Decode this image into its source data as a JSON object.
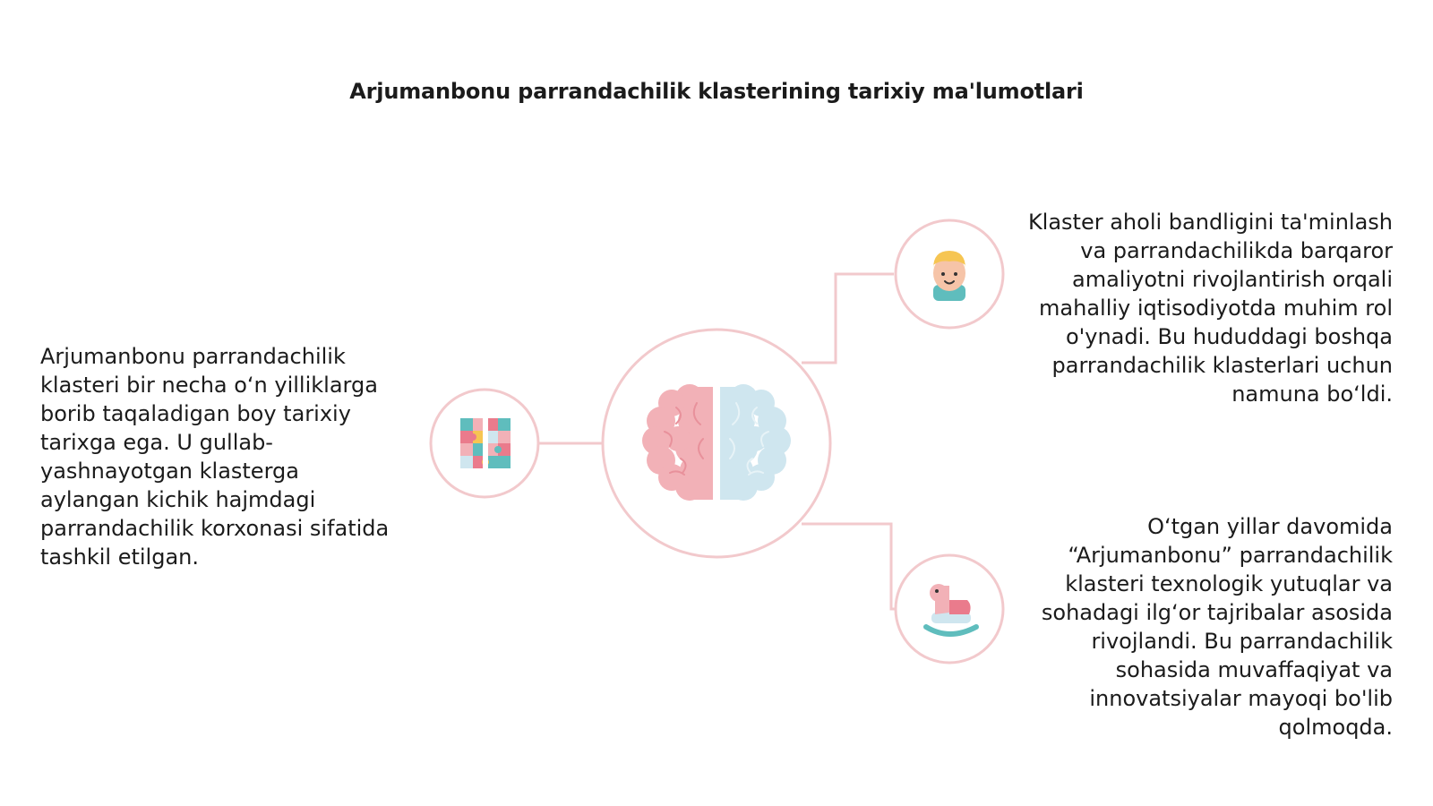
{
  "title": "Arjumanbonu parrandachilik klasterining tarixiy ma'lumotlari",
  "nodes": {
    "left": {
      "icon": "puzzle-icon",
      "text": "Arjumanbonu parrandachilik klasteri bir necha o‘n yilliklarga borib taqaladigan boy tarixiy tarixga ega. U gullab-yashnayotgan klasterga aylangan kichik hajmdagi parrandachilik korxonasi sifatida tashkil etilgan."
    },
    "top_right": {
      "icon": "person-icon",
      "text": "Klaster aholi bandligini ta'minlash va parrandachilikda barqaror amaliyotni rivojlantirish orqali mahalliy iqtisodiyotda muhim rol o'ynadi. Bu hududdagi boshqa parrandachilik klasterlari uchun namuna bo‘ldi."
    },
    "bottom_right": {
      "icon": "rocking-horse-icon",
      "text": "O‘tgan yillar davomida “Arjumanbonu” parrandachilik klasteri texnologik yutuqlar va sohadagi ilg‘or tajribalar asosida rivojlandi. Bu parrandachilik sohasida muvaffaqiyat va innovatsiyalar mayoqi bo'lib qolmoqda."
    }
  },
  "center": {
    "icon": "brain-icon"
  },
  "colors": {
    "ring": "#f2c9cc",
    "connector": "#f2c9cc",
    "brain_left": "#f2b1b7",
    "brain_right": "#cfe6ef",
    "accent_teal": "#5fbdbd",
    "accent_pink": "#ea7b8c",
    "accent_yellow": "#f6c552"
  }
}
